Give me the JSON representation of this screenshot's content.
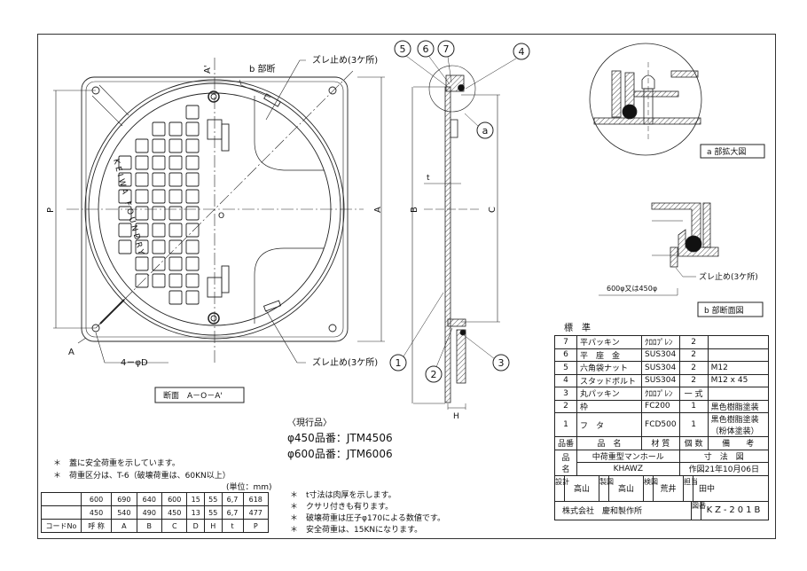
{
  "drawing": {
    "labels": {
      "slip_stop_top": "ズレ止め(3ケ所)",
      "slip_stop_bottom": "ズレ止め(3ケ所)",
      "slip_stop_detail": "ズレ止め(3ケ所)",
      "b_section": "b 部断",
      "a_prime": "A'",
      "a": "A",
      "origin": "O",
      "holes": "4－φD",
      "section_title": "断面　A－O－A'",
      "dim_p": "P",
      "dim_a": "A",
      "dim_b": "B",
      "dim_c": "C",
      "dim_t": "t",
      "dim_h": "H",
      "foundry": "KEIWA FOUNDRY",
      "detail_a_title": "a 部拡大図",
      "detail_b_title": "b 部断面図",
      "diameter_note": "600φ又は450φ"
    },
    "balloons": [
      "5",
      "6",
      "7",
      "4",
      "a",
      "1",
      "2",
      "3"
    ]
  },
  "current_products": {
    "heading": "〈現行品〉",
    "p450": "φ450品番：JTM4506",
    "p600": "φ600品番：JTM6006"
  },
  "notes_left": [
    "＊　蓋に安全荷重を示しています。",
    "＊　荷重区分は、T-6（破壊荷重は、60KN以上）"
  ],
  "unit": "(単位：mm)",
  "notes_right": [
    "＊　t寸法は肉厚を示します。",
    "＊　クサリ付きも有ります。",
    "＊　破壊荷重は圧子φ170による数値です。",
    "＊　安全荷重は、15KNになります。"
  ],
  "dims_table": {
    "rows": [
      [
        "",
        "600",
        "690",
        "640",
        "600",
        "15",
        "55",
        "6,7",
        "618"
      ],
      [
        "",
        "450",
        "540",
        "490",
        "450",
        "13",
        "55",
        "6,7",
        "477"
      ]
    ],
    "header": [
      "コードNo",
      "呼 称",
      "A",
      "B",
      "C",
      "D",
      "H",
      "t",
      "P"
    ]
  },
  "parts": {
    "heading": "標　準",
    "rows": [
      [
        "7",
        "平パッキン",
        "ｸﾛﾛﾌﾟﾚﾝ",
        "2",
        ""
      ],
      [
        "6",
        "平　座　金",
        "SUS304",
        "2",
        ""
      ],
      [
        "5",
        "六角袋ナット",
        "SUS304",
        "2",
        "M12"
      ],
      [
        "4",
        "スタッドボルト",
        "SUS304",
        "2",
        "M12 x 45"
      ],
      [
        "3",
        "丸パッキン",
        "ｸﾛﾛﾌﾟﾚﾝ",
        "一 式",
        ""
      ],
      [
        "2",
        "枠",
        "FC200",
        "1",
        "黒色樹脂塗装"
      ],
      [
        "1",
        "フ　タ",
        "FCD500",
        "1",
        "黒色樹脂塗装\n（粉体塗装）"
      ]
    ],
    "header": [
      "品番",
      "品　名",
      "材 質",
      "個 数",
      "備　　考"
    ]
  },
  "title_block": {
    "name_label_1": "品",
    "name_label_2": "名",
    "product": "中荷重型マンホール",
    "drawing_type": "寸　法　図",
    "model": "KHAWZ",
    "date": "作図21年10月06日",
    "design_label": "設計",
    "design": "高山",
    "draft_label": "製図",
    "draft": "高山",
    "check_label": "検図",
    "check": "荒井",
    "charge_label": "担当",
    "charge": "田中",
    "company": "株式会社　慶和製作所",
    "drawing_no_label": "図番",
    "drawing_no": "KZ-201B"
  }
}
